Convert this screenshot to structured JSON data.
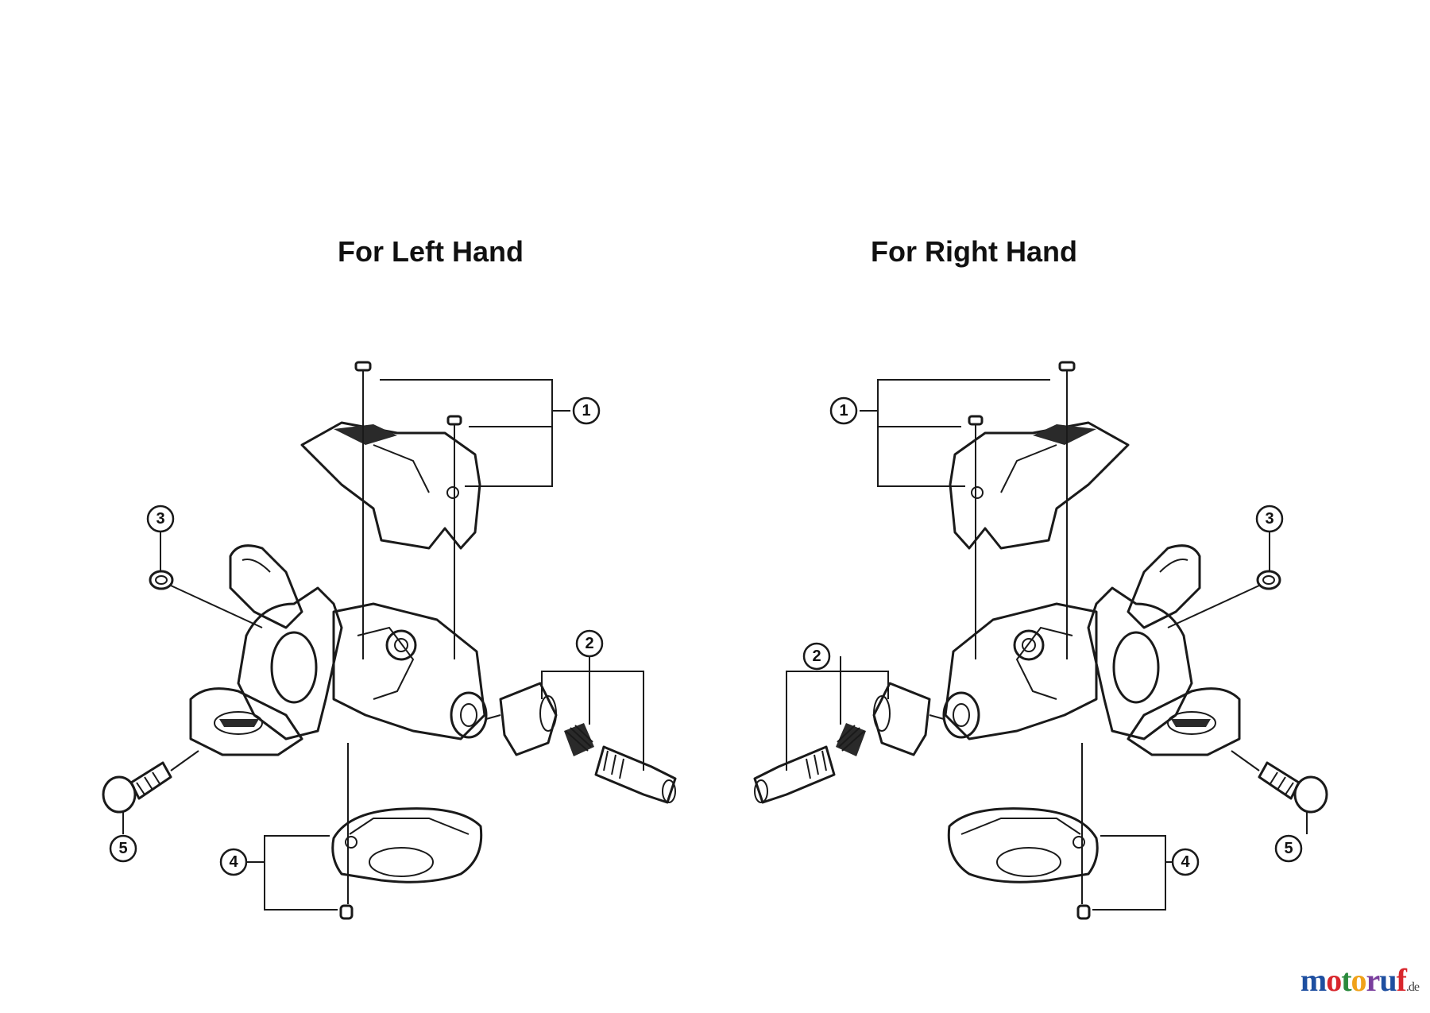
{
  "titles": {
    "left": "For Left Hand",
    "right": "For Right Hand"
  },
  "callouts": {
    "left": [
      "1",
      "2",
      "3",
      "4",
      "5"
    ],
    "right": [
      "1",
      "2",
      "3",
      "4",
      "5"
    ]
  },
  "watermark": {
    "text": "motoruf",
    "domain": ".de",
    "colors": [
      "#1e4fa0",
      "#d8262c",
      "#2a8a3c",
      "#f0a21a",
      "#7a3e9d",
      "#1e4fa0",
      "#d8262c"
    ]
  }
}
